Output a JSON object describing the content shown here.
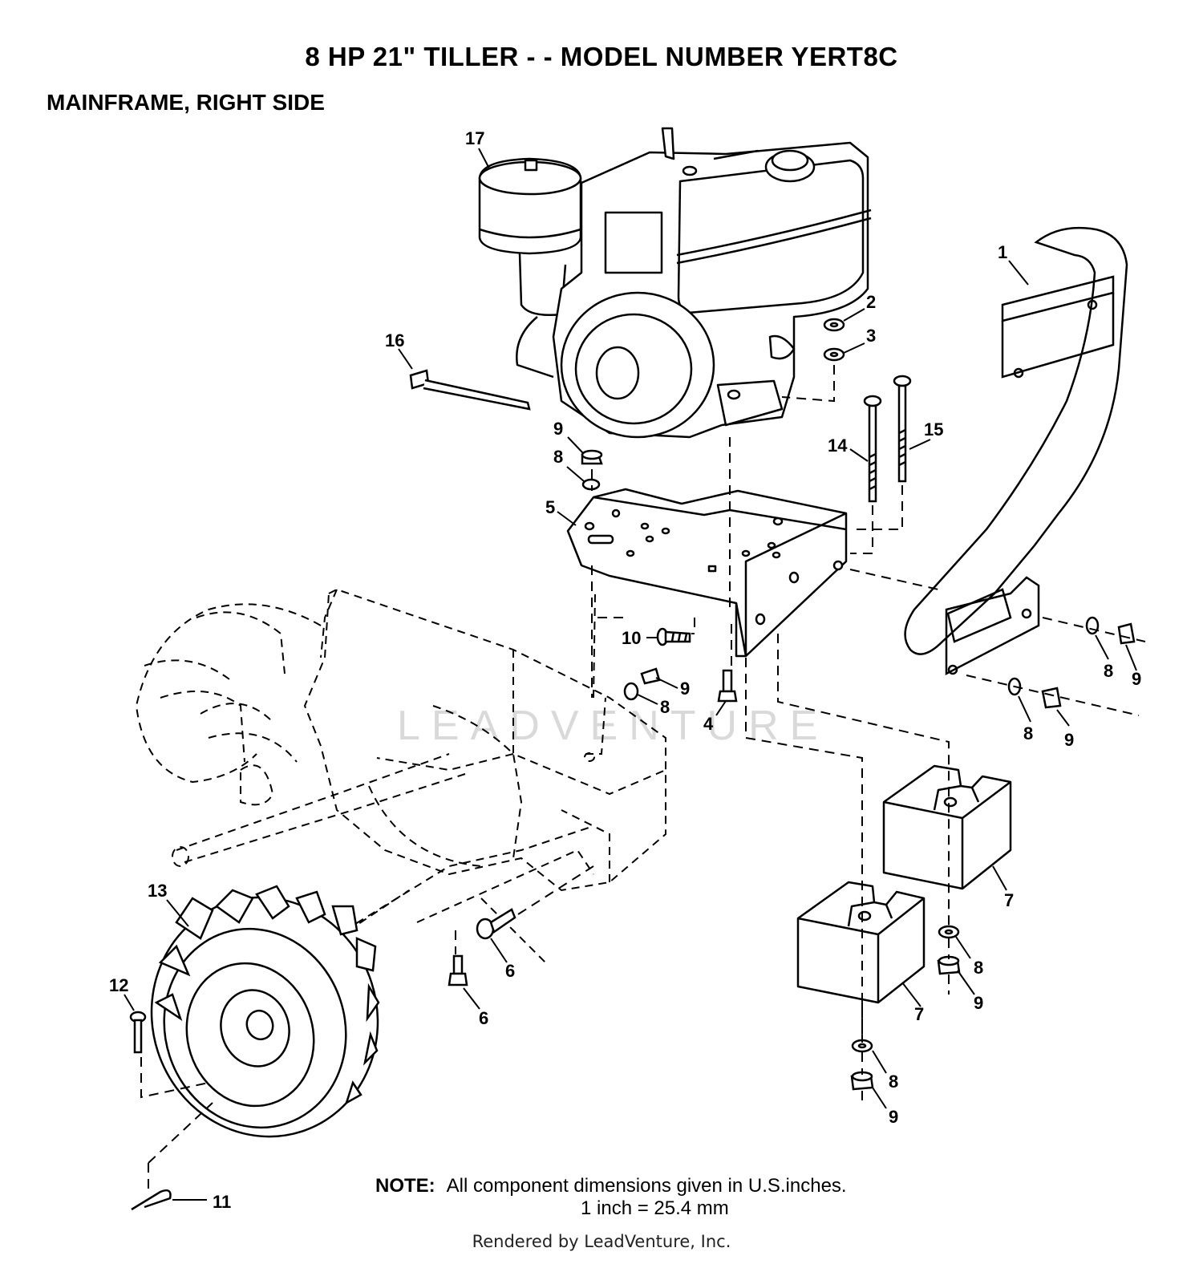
{
  "header": {
    "title": "8 HP 21\" TILLER - - MODEL NUMBER YERT8C",
    "subtitle": "MAINFRAME, RIGHT SIDE"
  },
  "callouts": [
    {
      "id": "c17",
      "label": "17"
    },
    {
      "id": "c1",
      "label": "1"
    },
    {
      "id": "c2",
      "label": "2"
    },
    {
      "id": "c3",
      "label": "3"
    },
    {
      "id": "c16",
      "label": "16"
    },
    {
      "id": "c9a",
      "label": "9"
    },
    {
      "id": "c8a",
      "label": "8"
    },
    {
      "id": "c14",
      "label": "14"
    },
    {
      "id": "c15",
      "label": "15"
    },
    {
      "id": "c5",
      "label": "5"
    },
    {
      "id": "c10",
      "label": "10"
    },
    {
      "id": "c9b",
      "label": "9"
    },
    {
      "id": "c8b",
      "label": "8"
    },
    {
      "id": "c4",
      "label": "4"
    },
    {
      "id": "c8c",
      "label": "8"
    },
    {
      "id": "c9c",
      "label": "9"
    },
    {
      "id": "c8d",
      "label": "8"
    },
    {
      "id": "c9d",
      "label": "9"
    },
    {
      "id": "c7a",
      "label": "7"
    },
    {
      "id": "c8e",
      "label": "8"
    },
    {
      "id": "c9e",
      "label": "9"
    },
    {
      "id": "c7b",
      "label": "7"
    },
    {
      "id": "c8f",
      "label": "8"
    },
    {
      "id": "c9f",
      "label": "9"
    },
    {
      "id": "c13",
      "label": "13"
    },
    {
      "id": "c12",
      "label": "12"
    },
    {
      "id": "c6a",
      "label": "6"
    },
    {
      "id": "c6b",
      "label": "6"
    },
    {
      "id": "c11",
      "label": "11"
    }
  ],
  "watermark": "LEADVENTURE",
  "note": {
    "label": "NOTE:",
    "line1": "All component dimensions given in U.S.inches.",
    "line2": "1 inch = 25.4 mm"
  },
  "footer": {
    "credit": "Rendered by LeadVenture, Inc."
  }
}
